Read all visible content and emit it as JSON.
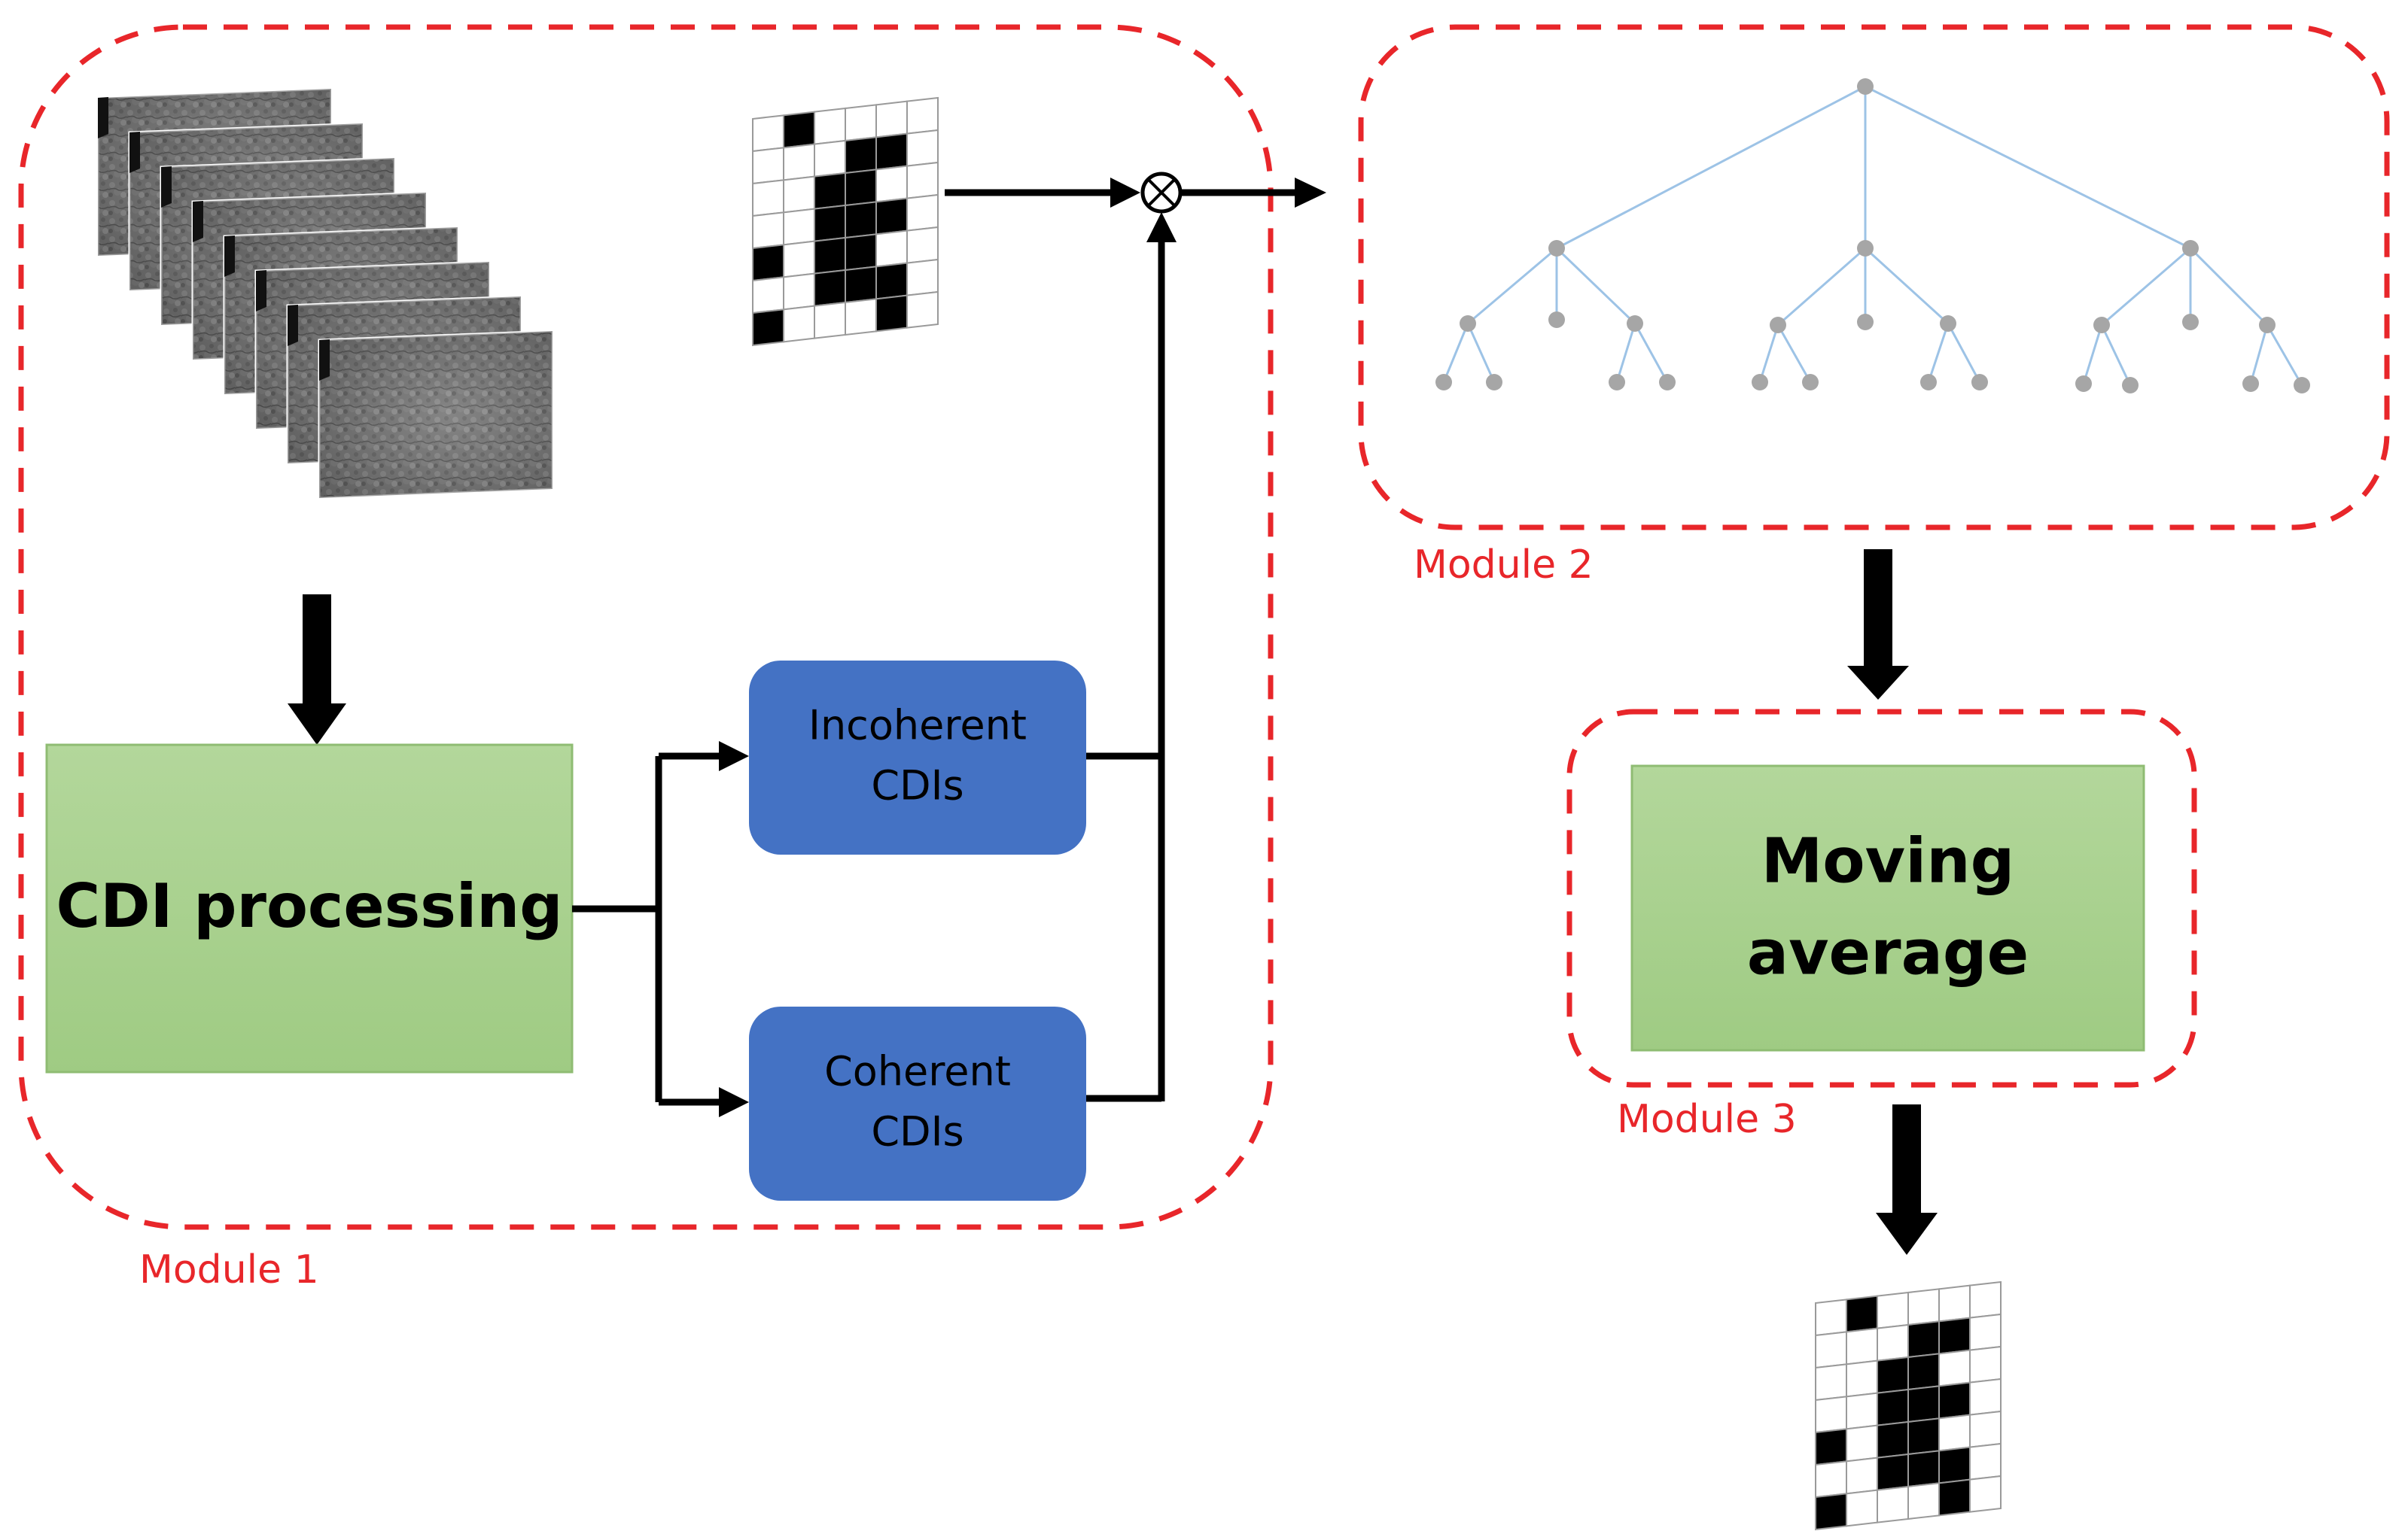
{
  "diagram": {
    "modules": {
      "m1": {
        "label": "Module 1"
      },
      "m2": {
        "label": "Module 2"
      },
      "m3": {
        "label": "Module 3"
      }
    },
    "boxes": {
      "cdi_processing": {
        "label": "CDI processing"
      },
      "incoherent": {
        "line1": "Incoherent",
        "line2": "CDIs"
      },
      "coherent": {
        "line1": "Coherent",
        "line2": "CDIs"
      },
      "moving_average": {
        "line1": "Moving",
        "line2": "average"
      }
    },
    "mask_pattern": [
      [
        0,
        1,
        0,
        0,
        0,
        0
      ],
      [
        0,
        0,
        0,
        1,
        1,
        0
      ],
      [
        0,
        0,
        1,
        1,
        0,
        0
      ],
      [
        0,
        0,
        1,
        1,
        1,
        0
      ],
      [
        1,
        0,
        1,
        1,
        0,
        0
      ],
      [
        0,
        0,
        1,
        1,
        1,
        0
      ],
      [
        1,
        0,
        0,
        0,
        1,
        0
      ]
    ],
    "output_mask_pattern": [
      [
        0,
        1,
        0,
        0,
        0,
        0
      ],
      [
        0,
        0,
        0,
        1,
        1,
        0
      ],
      [
        0,
        0,
        1,
        1,
        0,
        0
      ],
      [
        0,
        0,
        1,
        1,
        1,
        0
      ],
      [
        1,
        0,
        1,
        1,
        0,
        0
      ],
      [
        0,
        0,
        1,
        1,
        1,
        0
      ],
      [
        1,
        0,
        0,
        0,
        1,
        0
      ]
    ],
    "colors": {
      "dash_red": "#e8262a",
      "label_red": "#e8262a",
      "green_fill": "#a9d18e",
      "blue_fill": "#4472c4",
      "tree_line": "#9dc3e6",
      "tree_node": "#a6a6a6",
      "arrow": "#000000"
    }
  }
}
